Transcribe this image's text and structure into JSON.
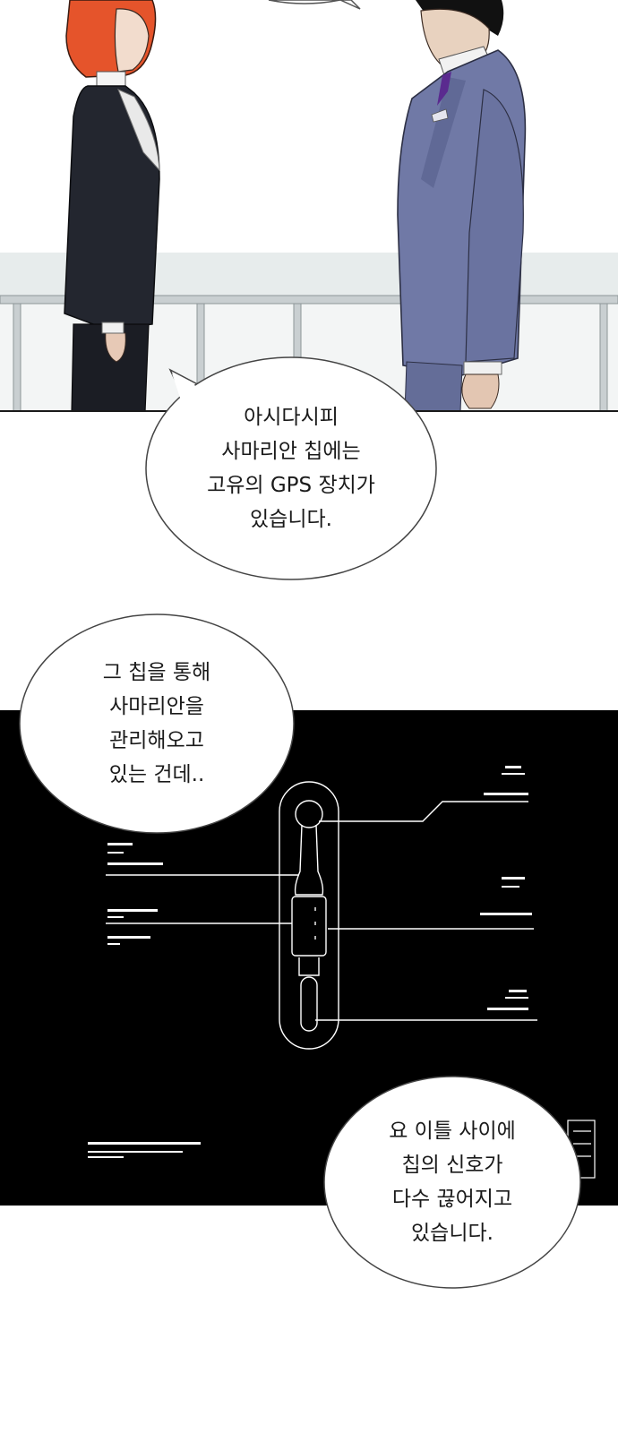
{
  "comic": {
    "bubbles": [
      {
        "lines": "아시다시피\n사마리안 칩에는\n고유의 GPS 장치가\n있습니다."
      },
      {
        "lines": "그 칩을 통해\n사마리안을\n관리해오고\n있는 건데.."
      },
      {
        "lines": "요 이틀 사이에\n칩의 신호가\n다수 끊어지고\n있습니다."
      }
    ]
  },
  "colors": {
    "panel_dark": "#000000",
    "suit_navy": "#23262f",
    "suit_blue": "#7079a6",
    "hair_red": "#e5542b",
    "tie_purple": "#5a2a8f",
    "bubble_fill": "#ffffff",
    "bubble_stroke": "#444444"
  }
}
